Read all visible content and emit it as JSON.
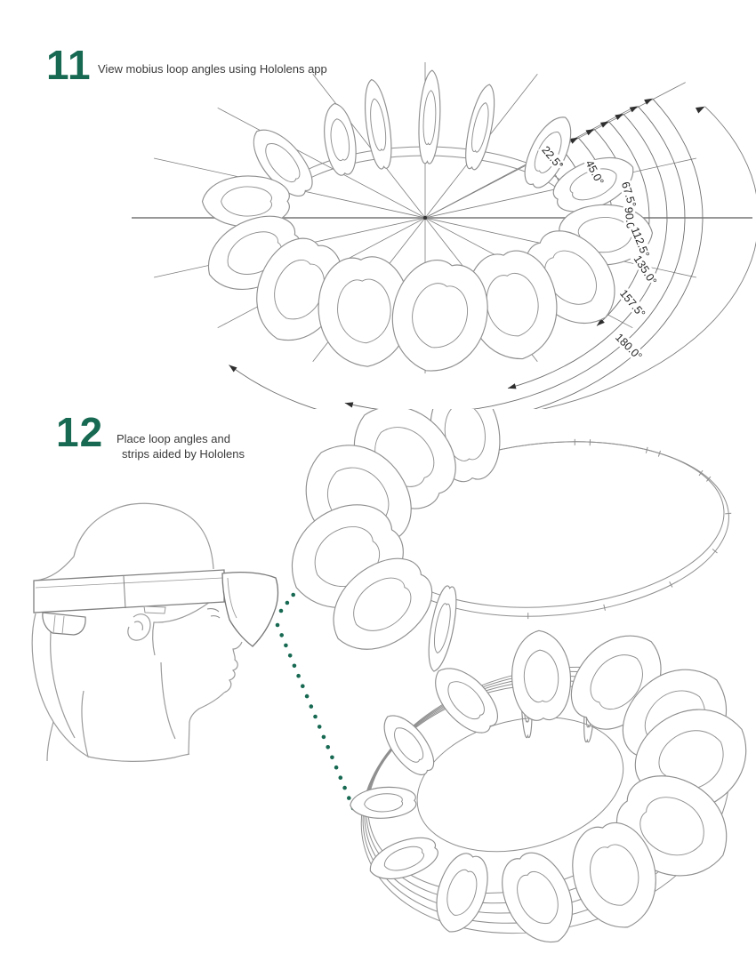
{
  "colors": {
    "accent_green": "#176952",
    "line": "#8f8f8f",
    "line_light": "#9b9b9b",
    "line_dark": "#7a7a7a",
    "axis_gray": "#8a8a8a",
    "label_text": "#262626",
    "caption_text": "#3a3a3a"
  },
  "step11": {
    "number": "11",
    "caption": "View mobius loop angles using Hololens app"
  },
  "step12": {
    "number": "12",
    "caption_line1": "Place loop angles and",
    "caption_line2": "strips aided  by Hololens"
  },
  "diagram1": {
    "angle_labels": [
      "22.5°",
      "45.0°",
      "67.5°",
      "90.0°",
      "112.5°",
      "135.0°",
      "157.5°",
      "180.0°"
    ]
  }
}
